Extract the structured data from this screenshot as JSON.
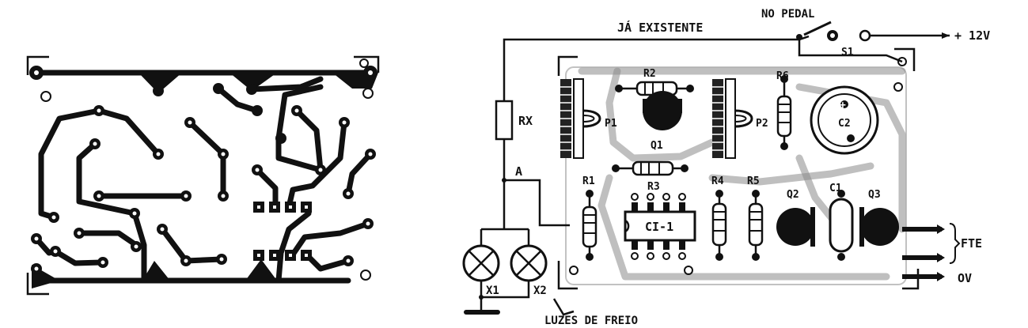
{
  "labels": {
    "ja_existente": "JÁ EXISTENTE",
    "no_pedal": "NO PEDAL",
    "s1": "S1",
    "plus_12v": "+ 12V",
    "rx": "RX",
    "a": "A",
    "x1": "X1",
    "x2": "X2",
    "luzes_de_freio": "LUZES DE FREIO",
    "fte": "FTE",
    "ov": "OV"
  },
  "components": {
    "r1": "R1",
    "r2": "R2",
    "r3": "R3",
    "r4": "R4",
    "r5": "R5",
    "r6": "R6",
    "p1": "P1",
    "p2": "P2",
    "q1": "Q1",
    "q2": "Q2",
    "q3": "Q3",
    "c1": "C1",
    "c2": "C2",
    "ci1": "CI-1",
    "c2_plus": "+"
  }
}
